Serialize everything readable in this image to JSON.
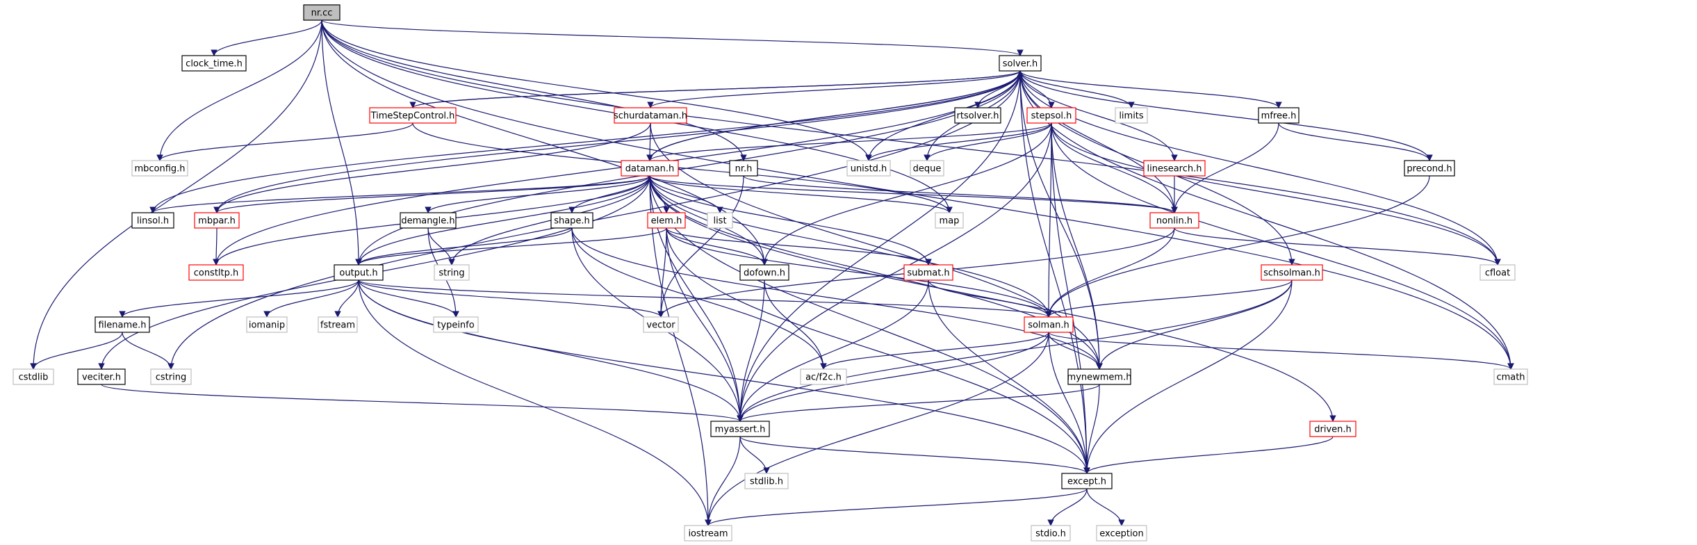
{
  "colors": {
    "edge": "#191970",
    "root_fill": "#bfbfbf",
    "root_border": "#000000",
    "normal_border": "#000000",
    "link_border": "#ff0000",
    "system_border": "#bfbfbf",
    "system_text": "#808080",
    "node_fill": "#ffffff"
  },
  "nodes": [
    {
      "id": "nr_cc",
      "label": "nr.cc",
      "kind": "root"
    },
    {
      "id": "clock_time_h",
      "label": "clock_time.h",
      "kind": "normal"
    },
    {
      "id": "solver_h",
      "label": "solver.h",
      "kind": "normal"
    },
    {
      "id": "timestepcontrol_h",
      "label": "TimeStepControl.h",
      "kind": "link"
    },
    {
      "id": "schurdataman_h",
      "label": "schurdataman.h",
      "kind": "link"
    },
    {
      "id": "rtsolver_h",
      "label": "rtsolver.h",
      "kind": "normal"
    },
    {
      "id": "stepsol_h",
      "label": "stepsol.h",
      "kind": "link"
    },
    {
      "id": "limits",
      "label": "limits",
      "kind": "system"
    },
    {
      "id": "mfree_h",
      "label": "mfree.h",
      "kind": "normal"
    },
    {
      "id": "mbconfig_h",
      "label": "mbconfig.h",
      "kind": "system"
    },
    {
      "id": "unistd_h",
      "label": "unistd.h",
      "kind": "system"
    },
    {
      "id": "deque",
      "label": "deque",
      "kind": "system"
    },
    {
      "id": "linesearch_h",
      "label": "linesearch.h",
      "kind": "link"
    },
    {
      "id": "precond_h",
      "label": "precond.h",
      "kind": "normal"
    },
    {
      "id": "dataman_h",
      "label": "dataman.h",
      "kind": "link"
    },
    {
      "id": "nr_h",
      "label": "nr.h",
      "kind": "normal"
    },
    {
      "id": "linsol_h",
      "label": "linsol.h",
      "kind": "normal"
    },
    {
      "id": "mbpar_h",
      "label": "mbpar.h",
      "kind": "link"
    },
    {
      "id": "demangle_h",
      "label": "demangle.h",
      "kind": "normal"
    },
    {
      "id": "shape_h",
      "label": "shape.h",
      "kind": "normal"
    },
    {
      "id": "elem_h",
      "label": "elem.h",
      "kind": "link"
    },
    {
      "id": "list",
      "label": "list",
      "kind": "system"
    },
    {
      "id": "map",
      "label": "map",
      "kind": "system"
    },
    {
      "id": "nonlin_h",
      "label": "nonlin.h",
      "kind": "link"
    },
    {
      "id": "constltp_h",
      "label": "constltp.h",
      "kind": "link"
    },
    {
      "id": "string",
      "label": "string",
      "kind": "system"
    },
    {
      "id": "output_h",
      "label": "output.h",
      "kind": "normal"
    },
    {
      "id": "dofown_h",
      "label": "dofown.h",
      "kind": "normal"
    },
    {
      "id": "submat_h",
      "label": "submat.h",
      "kind": "link"
    },
    {
      "id": "cfloat",
      "label": "cfloat",
      "kind": "system"
    },
    {
      "id": "schsolman_h",
      "label": "schsolman.h",
      "kind": "link"
    },
    {
      "id": "filename_h",
      "label": "filename.h",
      "kind": "normal"
    },
    {
      "id": "iomanip",
      "label": "iomanip",
      "kind": "system"
    },
    {
      "id": "fstream",
      "label": "fstream",
      "kind": "system"
    },
    {
      "id": "typeinfo",
      "label": "typeinfo",
      "kind": "system"
    },
    {
      "id": "vector",
      "label": "vector",
      "kind": "system"
    },
    {
      "id": "solman_h",
      "label": "solman.h",
      "kind": "link"
    },
    {
      "id": "cstdlib",
      "label": "cstdlib",
      "kind": "system"
    },
    {
      "id": "cstring",
      "label": "cstring",
      "kind": "system"
    },
    {
      "id": "veciter_h",
      "label": "veciter.h",
      "kind": "normal"
    },
    {
      "id": "ac_f2c_h",
      "label": "ac/f2c.h",
      "kind": "system"
    },
    {
      "id": "mynewmem_h",
      "label": "mynewmem.h",
      "kind": "normal"
    },
    {
      "id": "cmath",
      "label": "cmath",
      "kind": "system"
    },
    {
      "id": "myassert_h",
      "label": "myassert.h",
      "kind": "normal"
    },
    {
      "id": "driven_h",
      "label": "driven.h",
      "kind": "link"
    },
    {
      "id": "stdlib_h",
      "label": "stdlib.h",
      "kind": "system"
    },
    {
      "id": "except_h",
      "label": "except.h",
      "kind": "normal"
    },
    {
      "id": "stdio_h",
      "label": "stdio.h",
      "kind": "system"
    },
    {
      "id": "exception",
      "label": "exception",
      "kind": "system"
    },
    {
      "id": "iostream",
      "label": "iostream",
      "kind": "system"
    }
  ],
  "edges": [
    [
      "nr_cc",
      "clock_time_h"
    ],
    [
      "nr_cc",
      "solver_h"
    ],
    [
      "nr_cc",
      "mbconfig_h"
    ],
    [
      "nr_cc",
      "unistd_h"
    ],
    [
      "nr_cc",
      "nr_h"
    ],
    [
      "nr_cc",
      "dofown_h"
    ],
    [
      "nr_cc",
      "output_h"
    ],
    [
      "nr_cc",
      "cstdlib"
    ],
    [
      "nr_cc",
      "cfloat"
    ],
    [
      "nr_cc",
      "cmath"
    ],
    [
      "nr_cc",
      "map"
    ],
    [
      "solver_h",
      "timestepcontrol_h"
    ],
    [
      "solver_h",
      "schurdataman_h"
    ],
    [
      "solver_h",
      "rtsolver_h"
    ],
    [
      "solver_h",
      "stepsol_h"
    ],
    [
      "solver_h",
      "limits"
    ],
    [
      "solver_h",
      "mfree_h"
    ],
    [
      "solver_h",
      "unistd_h"
    ],
    [
      "solver_h",
      "deque"
    ],
    [
      "solver_h",
      "linesearch_h"
    ],
    [
      "solver_h",
      "precond_h"
    ],
    [
      "solver_h",
      "dataman_h"
    ],
    [
      "solver_h",
      "cfloat"
    ],
    [
      "solver_h",
      "cmath"
    ],
    [
      "solver_h",
      "except_h"
    ],
    [
      "solver_h",
      "schsolman_h"
    ],
    [
      "solver_h",
      "nonlin_h"
    ],
    [
      "solver_h",
      "mynewmem_h"
    ],
    [
      "solver_h",
      "linsol_h"
    ],
    [
      "solver_h",
      "mbpar_h"
    ],
    [
      "solver_h",
      "output_h"
    ],
    [
      "solver_h",
      "cstring"
    ],
    [
      "solver_h",
      "myassert_h"
    ],
    [
      "solver_h",
      "constltp_h"
    ],
    [
      "timestepcontrol_h",
      "mbconfig_h"
    ],
    [
      "timestepcontrol_h",
      "solver_h"
    ],
    [
      "timestepcontrol_h",
      "map"
    ],
    [
      "schurdataman_h",
      "dataman_h"
    ],
    [
      "schurdataman_h",
      "mynewmem_h"
    ],
    [
      "schurdataman_h",
      "mbpar_h"
    ],
    [
      "stepsol_h",
      "unistd_h"
    ],
    [
      "stepsol_h",
      "deque"
    ],
    [
      "stepsol_h",
      "dataman_h"
    ],
    [
      "stepsol_h",
      "nonlin_h"
    ],
    [
      "stepsol_h",
      "solman_h"
    ],
    [
      "stepsol_h",
      "mynewmem_h"
    ],
    [
      "stepsol_h",
      "cfloat"
    ],
    [
      "stepsol_h",
      "cmath"
    ],
    [
      "stepsol_h",
      "except_h"
    ],
    [
      "stepsol_h",
      "myassert_h"
    ],
    [
      "stepsol_h",
      "dofown_h"
    ],
    [
      "mfree_h",
      "precond_h"
    ],
    [
      "mfree_h",
      "nonlin_h"
    ],
    [
      "linesearch_h",
      "nonlin_h"
    ],
    [
      "precond_h",
      "solman_h"
    ],
    [
      "dataman_h",
      "solver_h"
    ],
    [
      "dataman_h",
      "linsol_h"
    ],
    [
      "dataman_h",
      "mbpar_h"
    ],
    [
      "dataman_h",
      "demangle_h"
    ],
    [
      "dataman_h",
      "shape_h"
    ],
    [
      "dataman_h",
      "elem_h"
    ],
    [
      "dataman_h",
      "list"
    ],
    [
      "dataman_h",
      "map"
    ],
    [
      "dataman_h",
      "nonlin_h"
    ],
    [
      "dataman_h",
      "string"
    ],
    [
      "dataman_h",
      "output_h"
    ],
    [
      "dataman_h",
      "dofown_h"
    ],
    [
      "dataman_h",
      "submat_h"
    ],
    [
      "dataman_h",
      "solman_h"
    ],
    [
      "dataman_h",
      "mynewmem_h"
    ],
    [
      "dataman_h",
      "myassert_h"
    ],
    [
      "dataman_h",
      "except_h"
    ],
    [
      "dataman_h",
      "driven_h"
    ],
    [
      "dataman_h",
      "iostream"
    ],
    [
      "dataman_h",
      "veciter_h"
    ],
    [
      "dataman_h",
      "constltp_h"
    ],
    [
      "nr_h",
      "nonlin_h"
    ],
    [
      "nr_h",
      "vector"
    ],
    [
      "mbpar_h",
      "constltp_h"
    ],
    [
      "demangle_h",
      "string"
    ],
    [
      "demangle_h",
      "typeinfo"
    ],
    [
      "shape_h",
      "output_h"
    ],
    [
      "shape_h",
      "myassert_h"
    ],
    [
      "shape_h",
      "mynewmem_h"
    ],
    [
      "shape_h",
      "ac_f2c_h"
    ],
    [
      "elem_h",
      "output_h"
    ],
    [
      "elem_h",
      "dofown_h"
    ],
    [
      "elem_h",
      "vector"
    ],
    [
      "elem_h",
      "submat_h"
    ],
    [
      "elem_h",
      "solman_h"
    ],
    [
      "elem_h",
      "myassert_h"
    ],
    [
      "elem_h",
      "except_h"
    ],
    [
      "nonlin_h",
      "solman_h"
    ],
    [
      "nonlin_h",
      "cfloat"
    ],
    [
      "nonlin_h",
      "vector"
    ],
    [
      "output_h",
      "filename_h"
    ],
    [
      "output_h",
      "iomanip"
    ],
    [
      "output_h",
      "fstream"
    ],
    [
      "output_h",
      "typeinfo"
    ],
    [
      "output_h",
      "vector"
    ],
    [
      "output_h",
      "solman_h"
    ],
    [
      "output_h",
      "myassert_h"
    ],
    [
      "output_h",
      "except_h"
    ],
    [
      "output_h",
      "iostream"
    ],
    [
      "dofown_h",
      "myassert_h"
    ],
    [
      "dofown_h",
      "ac_f2c_h"
    ],
    [
      "submat_h",
      "solman_h"
    ],
    [
      "submat_h",
      "myassert_h"
    ],
    [
      "submat_h",
      "except_h"
    ],
    [
      "schsolman_h",
      "solman_h"
    ],
    [
      "schsolman_h",
      "mynewmem_h"
    ],
    [
      "schsolman_h",
      "except_h"
    ],
    [
      "schsolman_h",
      "myassert_h"
    ],
    [
      "filename_h",
      "cstdlib"
    ],
    [
      "filename_h",
      "cstring"
    ],
    [
      "veciter_h",
      "myassert_h"
    ],
    [
      "solman_h",
      "ac_f2c_h"
    ],
    [
      "solman_h",
      "mynewmem_h"
    ],
    [
      "solman_h",
      "cmath"
    ],
    [
      "solman_h",
      "myassert_h"
    ],
    [
      "solman_h",
      "except_h"
    ],
    [
      "solman_h",
      "iostream"
    ],
    [
      "mynewmem_h",
      "myassert_h"
    ],
    [
      "mynewmem_h",
      "except_h"
    ],
    [
      "myassert_h",
      "stdlib_h"
    ],
    [
      "myassert_h",
      "except_h"
    ],
    [
      "myassert_h",
      "iostream"
    ],
    [
      "driven_h",
      "except_h"
    ],
    [
      "except_h",
      "stdio_h"
    ],
    [
      "except_h",
      "exception"
    ],
    [
      "except_h",
      "iostream"
    ]
  ]
}
